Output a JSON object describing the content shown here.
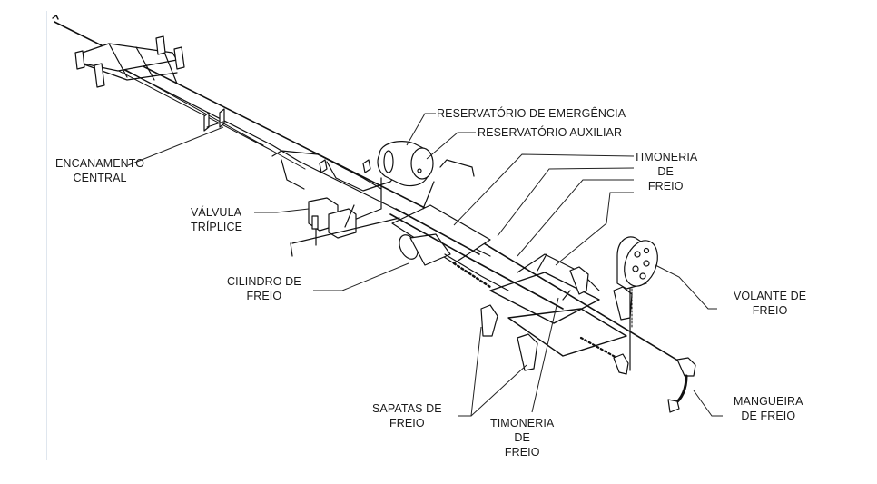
{
  "diagram": {
    "subject": "freio",
    "labels": {
      "reservatorio_emergencia": "RESERVATÓRIO DE EMERGÊNCIA",
      "reservatorio_auxiliar": "RESERVATÓRIO AUXILIAR",
      "timoneria_top": [
        "TIMONERIA",
        "DE",
        "FREIO"
      ],
      "encanamento_central": [
        "ENCANAMENTO",
        "CENTRAL"
      ],
      "valvula_triplice": [
        "VÁLVULA",
        "TRÍPLICE"
      ],
      "cilindro_freio": [
        "CILINDRO DE",
        "FREIO"
      ],
      "volante_freio": [
        "VOLANTE DE",
        "FREIO"
      ],
      "sapatas_freio": [
        "SAPATAS DE",
        "FREIO"
      ],
      "timoneria_bottom": [
        "TIMONERIA",
        "DE",
        "FREIO"
      ],
      "mangueira_freio": [
        "MANGUEIRA",
        "DE FREIO"
      ]
    },
    "colors": {
      "ink": "#111111",
      "background": "#ffffff",
      "frame_edge": "#dfe6ee"
    }
  }
}
